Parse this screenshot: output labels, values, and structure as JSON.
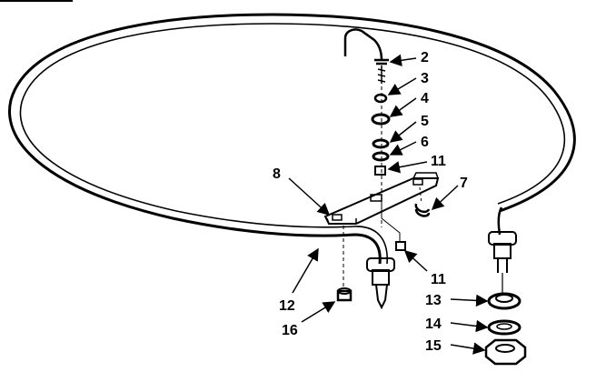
{
  "header_text": "",
  "callouts": {
    "c2": "2",
    "c3": "3",
    "c4": "4",
    "c5": "5",
    "c6": "6",
    "c7": "7",
    "c8": "8",
    "c11a": "11",
    "c11b": "11",
    "c12": "12",
    "c13": "13",
    "c14": "14",
    "c15": "15",
    "c16": "16"
  },
  "colors": {
    "ink": "#000000",
    "paper": "#ffffff"
  }
}
